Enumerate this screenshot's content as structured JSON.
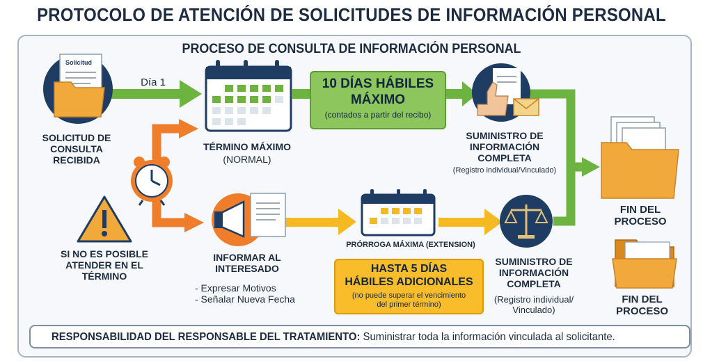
{
  "title": "PROTOCOLO DE ATENCIÓN DE SOLICITUDES DE INFORMACIÓN PERSONAL",
  "subtitle": "PROCESO DE CONSULTA DE INFORMACIÓN PERSONAL",
  "doc_label": "Solicitud",
  "solicitud": {
    "l1": "SOLICITUD DE",
    "l2": "CONSULTA",
    "l3": "RECIBIDA"
  },
  "dia1": "Día 1",
  "termino": {
    "title": "TÉRMINO MÁXIMO",
    "sub": "(NORMAL)"
  },
  "green_box": {
    "l1": "10 DÍAS HÁBILES",
    "l2": "MÁXIMO",
    "note": "(contados a partir del recibo)"
  },
  "suministro_top": {
    "l1": "SUMINISTRO DE",
    "l2": "INFORMACIÓN",
    "l3": "COMPLETA",
    "note": "(Registro individual/Vinculado)"
  },
  "fin_top": {
    "l1": "FIN DEL",
    "l2": "PROCESO"
  },
  "fin_bottom": {
    "l1": "FIN DEL",
    "l2": "PROCESO"
  },
  "warning": {
    "l1": "SI NO ES POSIBLE",
    "l2": "ATENDER EN EL",
    "l3": "TÉRMINO"
  },
  "informar": {
    "l1": "INFORMAR AL",
    "l2": "INTERESADO",
    "i1": "- Expresar Motivos",
    "i2": "- Señalar Nueva Fecha"
  },
  "prorroga": "PRÓRROGA MÁXIMA (EXTENSION)",
  "yellow_box": {
    "l1": "HASTA 5 DÍAS",
    "l2": "HÁBILES ADICIONALES",
    "n1": "(no puede superar el vencimiento",
    "n2": "del primer término)"
  },
  "suministro_bottom": {
    "l1": "SUMINISTRO DE",
    "l2": "INFORMACIÓN",
    "l3": "COMPLETA",
    "n1": "(Registro individual/",
    "n2": "Vinculado)"
  },
  "footer": {
    "bold": "RESPONSABILIDAD DEL RESPONSABLE DEL TRATAMIENTO:",
    "text": " Suministrar toda la información vinculada al solicitante."
  },
  "colors": {
    "green": "#6db33f",
    "orange": "#f07d2a",
    "yellow": "#f5b921",
    "navy": "#1f3d63",
    "folder": "#f2a93b"
  },
  "icons": [
    "folder-icon",
    "calendar-icon",
    "alarm-clock-icon",
    "warning-icon",
    "megaphone-icon",
    "thumbs-up-envelope-icon",
    "scales-icon",
    "folder-stack-icon"
  ]
}
